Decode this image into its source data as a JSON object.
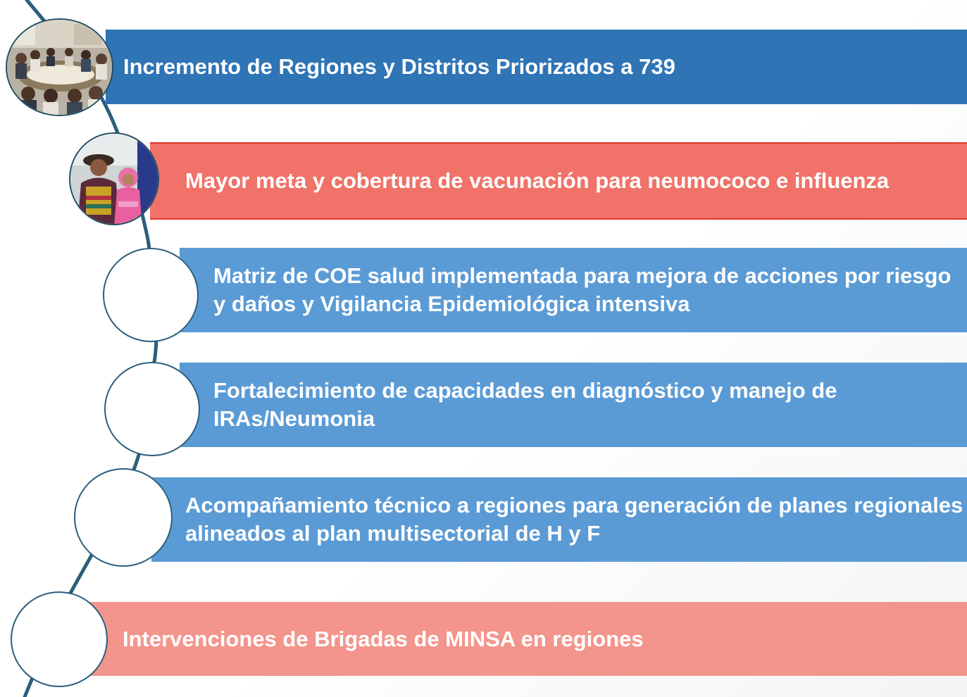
{
  "items": [
    {
      "text": "Incremento de Regiones y Distritos Priorizados a 739",
      "color": "#2f74b5",
      "node": "meeting-photo"
    },
    {
      "text": "Mayor meta y cobertura de vacunación para neumococo e influenza",
      "color": "#f07268",
      "node": "vaccination-photo"
    },
    {
      "text": "Matriz de COE salud implementada para mejora de acciones por riesgo y daños y Vigilancia Epidemiológica intensiva",
      "color": "#5b9bd5",
      "node": "empty-circle"
    },
    {
      "text": "Fortalecimiento de capacidades en diagnóstico y manejo de IRAs/Neumonia",
      "color": "#5b9bd5",
      "node": "empty-circle"
    },
    {
      "text": "Acompañamiento técnico a regiones para generación de planes regionales alineados al plan multisectorial de H y F",
      "color": "#5b9bd5",
      "node": "empty-circle"
    },
    {
      "text": "Intervenciones de Brigadas de MINSA en regiones",
      "color": "#f3958c",
      "node": "empty-circle"
    }
  ],
  "spine_color": "#2c5f7c"
}
